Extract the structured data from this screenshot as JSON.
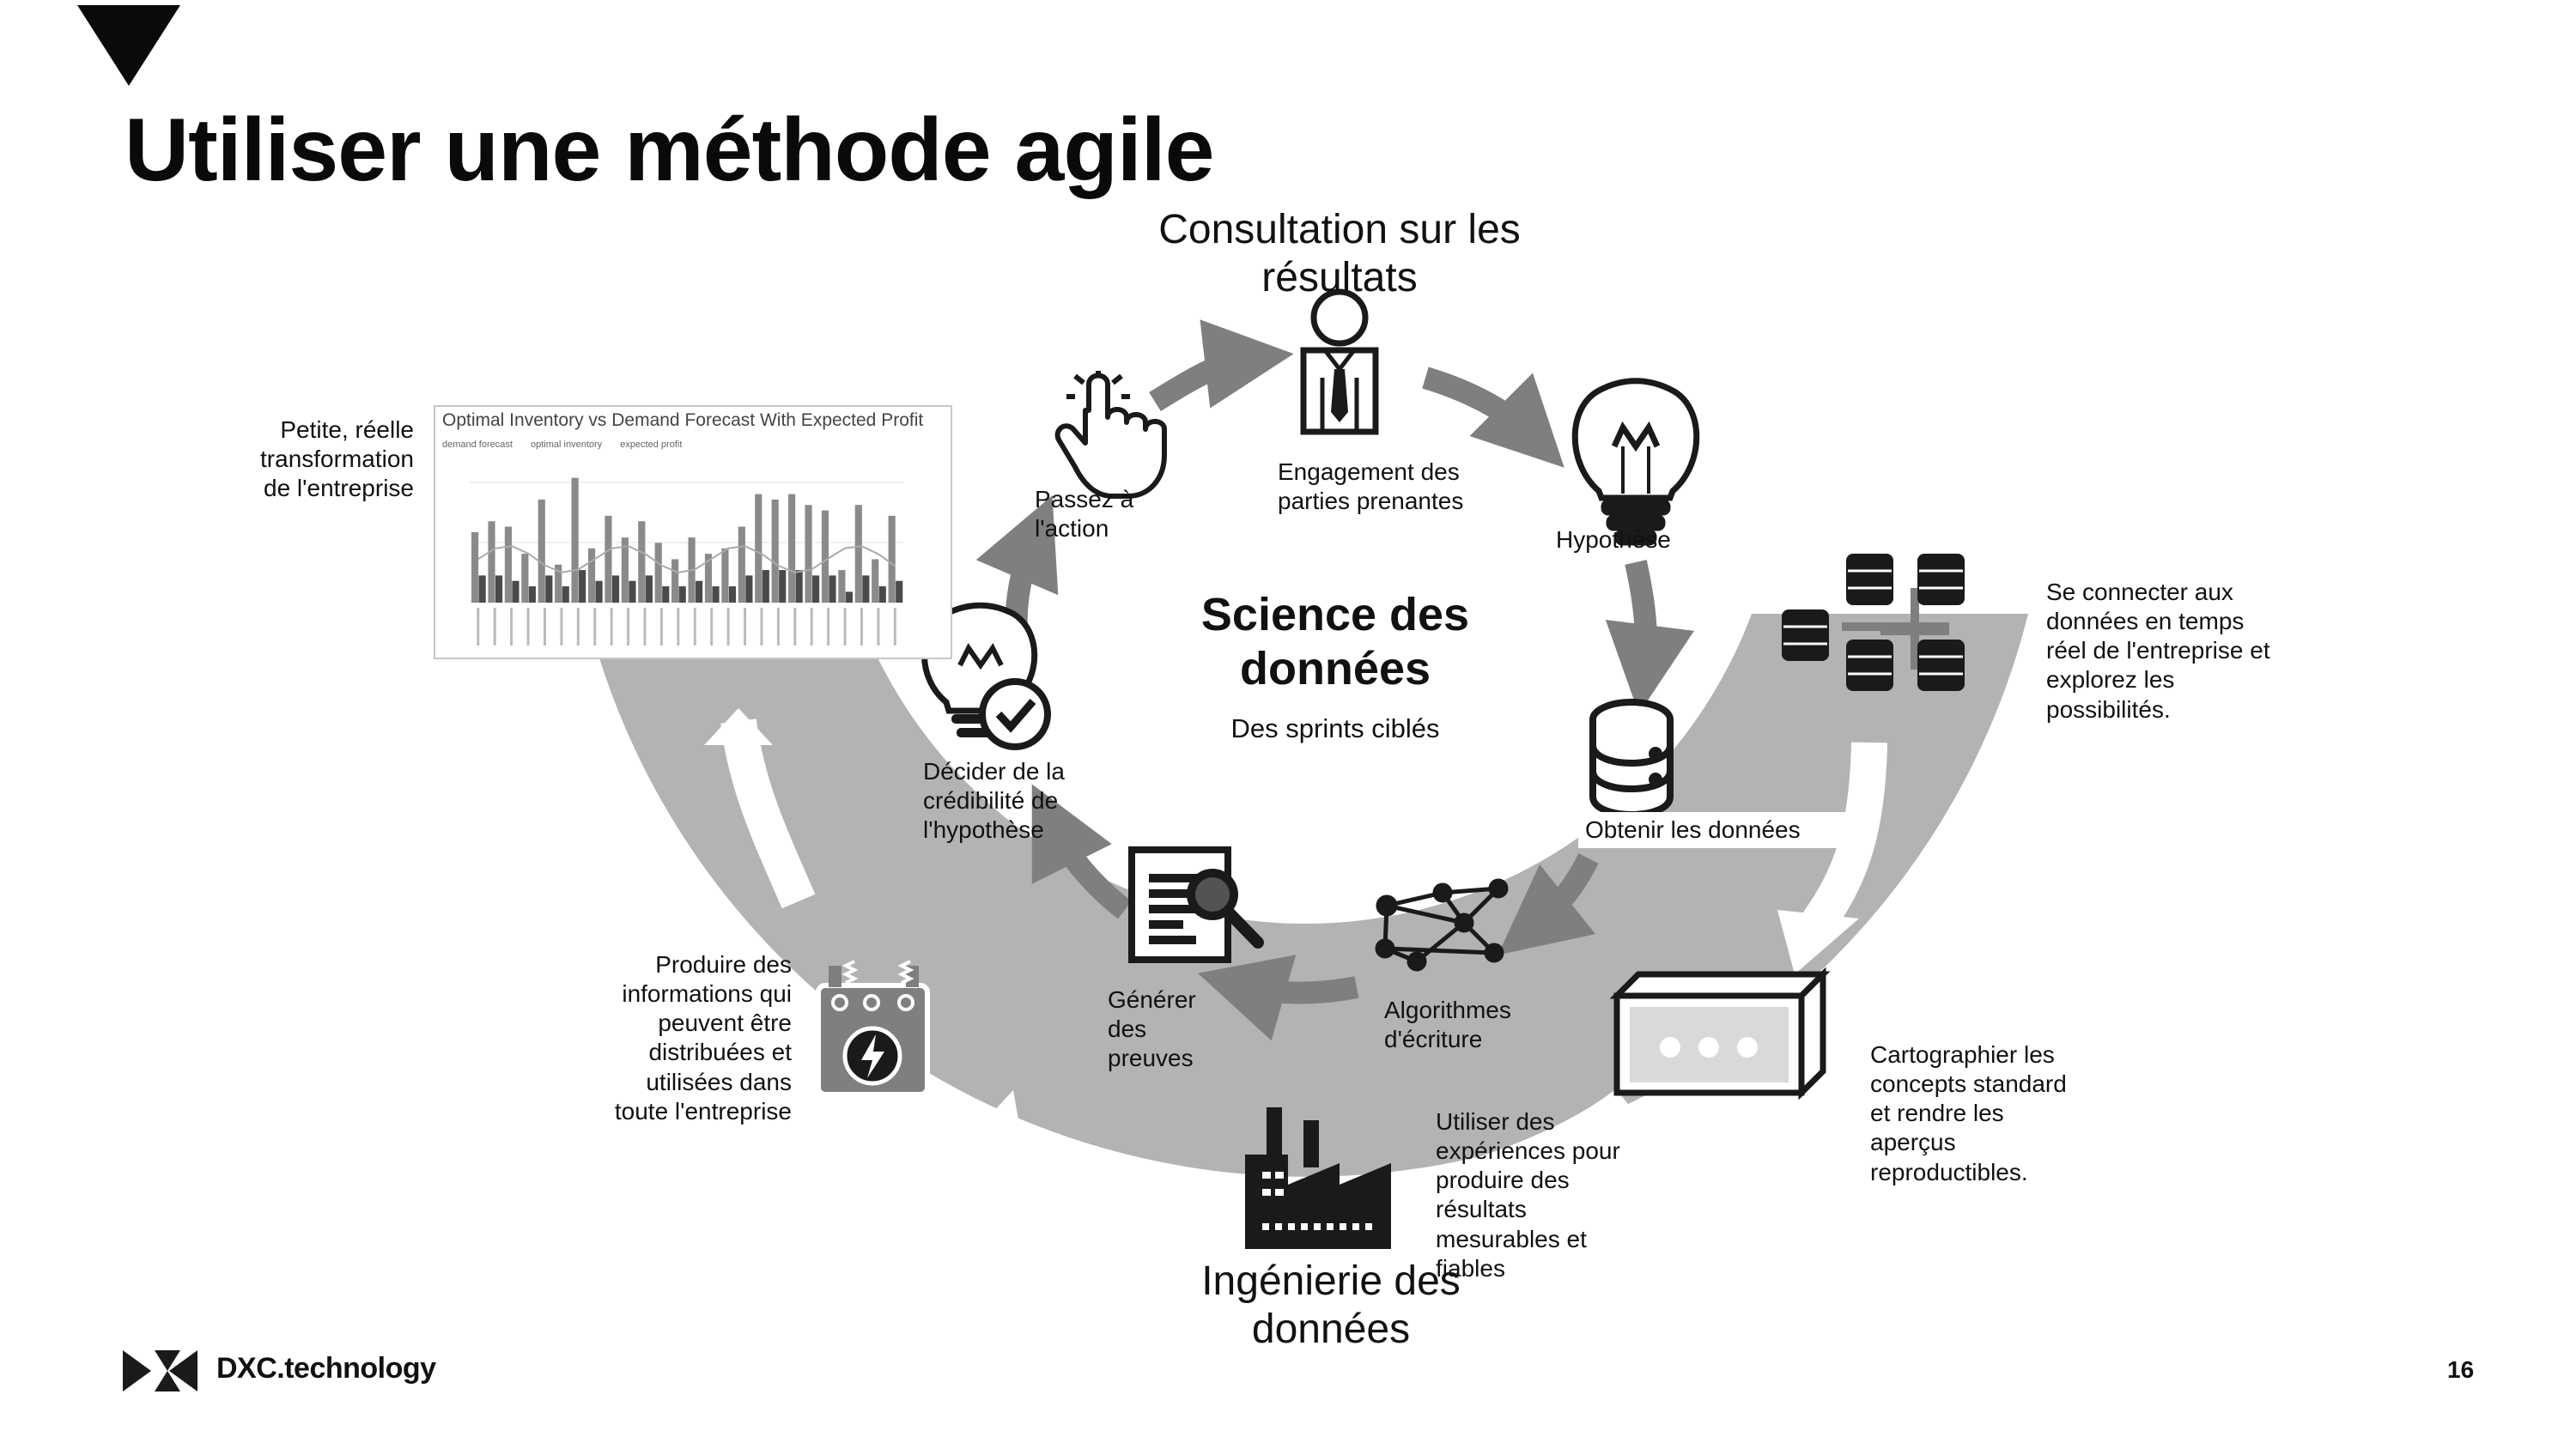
{
  "slide": {
    "title": "Utiliser une méthode agile",
    "page_number": "16",
    "brand": "DXC.technology"
  },
  "data_science": {
    "top_label": "Consultation sur les résultats",
    "center_title": "Science des données",
    "center_subtitle": "Des sprints ciblés",
    "steps": {
      "engagement": "Engagement des parties prenantes",
      "hypothese": "Hypothèse",
      "obtenir": "Obtenir les données",
      "algorithmes": "Algorithmes d'écriture",
      "generer": "Générer des preuves",
      "decider": "Décider de la crédibilité de l'hypothèse",
      "passez": "Passez à l'action"
    }
  },
  "data_engineering": {
    "bottom_label": "Ingénierie des données",
    "notes": {
      "petite": "Petite, réelle transformation de l'entreprise",
      "connecter": "Se connecter aux données en temps réel de l'entreprise et explorez les possibilités.",
      "cartographier": "Cartographier les concepts standard et rendre les aperçus reproductibles.",
      "utiliser": "Utiliser des expériences pour produire des résultats mesurables et fiables",
      "produire": "Produire des informations qui peuvent être distribuées et utilisées dans toute l'entreprise"
    }
  },
  "embedded_chart": {
    "title": "Optimal Inventory vs Demand Forecast With Expected Profit",
    "legend": [
      "demand forecast",
      "optimal inventory",
      "expected profit"
    ]
  },
  "chart_data": {
    "type": "bar",
    "title": "Optimal Inventory vs Demand Forecast With Expected Profit",
    "series": [
      {
        "name": "demand forecast",
        "values": [
          1.3,
          1.5,
          1.4,
          0.9,
          1.9,
          0.7,
          2.3,
          1.0,
          1.6,
          1.2,
          1.5,
          1.1,
          0.8,
          1.2,
          0.9,
          1.0,
          1.4,
          2.0,
          1.9,
          2.0,
          1.8,
          1.7,
          0.6,
          1.8,
          0.8,
          1.6
        ]
      },
      {
        "name": "optimal inventory",
        "values": [
          0.5,
          0.5,
          0.4,
          0.3,
          0.5,
          0.3,
          0.6,
          0.4,
          0.5,
          0.4,
          0.5,
          0.3,
          0.3,
          0.4,
          0.3,
          0.3,
          0.5,
          0.6,
          0.6,
          0.6,
          0.5,
          0.5,
          0.2,
          0.5,
          0.3,
          0.4
        ]
      }
    ],
    "colors": {
      "bar1": "#8a8a8a",
      "bar2": "#4a4a4a",
      "line": "#aaaaaa"
    }
  },
  "colors": {
    "ring": "#b3b3b3",
    "arrow": "#7f7f7f",
    "icon": "#1a1a1a",
    "white_arrow": "#ffffff"
  },
  "icons": [
    "person-icon",
    "lightbulb-icon",
    "database-icon",
    "network-icon",
    "document-search-icon",
    "lightbulb-check-icon",
    "hand-pointer-icon",
    "server-cluster-icon",
    "box-panel-icon",
    "factory-icon",
    "transformer-icon",
    "dxc-logo-icon",
    "slide-marker-icon"
  ]
}
